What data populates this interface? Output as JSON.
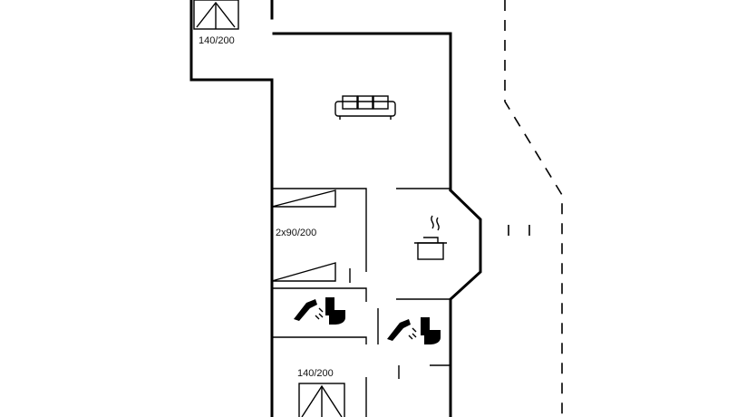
{
  "floorplan": {
    "labels": {
      "bed_top": "140/200",
      "bunk_room": "2x90/200",
      "bed_bottom": "140/200"
    },
    "icons": {
      "sofa": "sofa-icon",
      "kitchen": "cooking-pot-icon",
      "shower": "shower-icon",
      "toilet": "toilet-icon"
    }
  }
}
